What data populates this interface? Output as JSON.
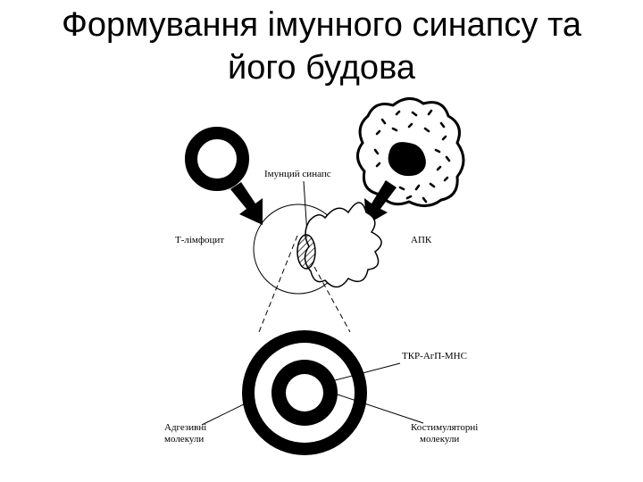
{
  "title": {
    "line1": "Формування імунного синапсу та",
    "line2": "його будова"
  },
  "diagram": {
    "labels": {
      "synapse": "Імунций синапс",
      "t_cell": "Т-лімфоцит",
      "apc": "АПК",
      "tcr_complex": "ТКР-АгП-МНС",
      "adhesion_line1": "Адгезивні",
      "adhesion_line2": "молекули",
      "costim_line1": "Костимуляторні",
      "costim_line2": "молекули"
    },
    "colors": {
      "ink": "#000000",
      "background": "#ffffff"
    }
  }
}
